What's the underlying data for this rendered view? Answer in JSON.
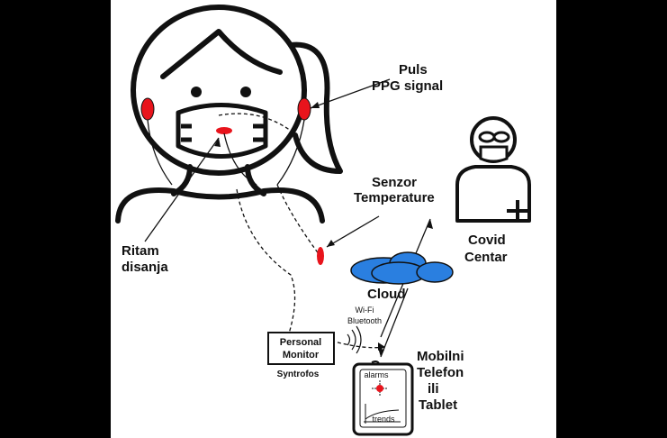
{
  "labels": {
    "puls_line1": "Puls",
    "puls_line2": "PPG signal",
    "senzor_line1": "Senzor",
    "senzor_line2": "Temperature",
    "ritam_line1": "Ritam",
    "ritam_line2": "disanja",
    "covid_line1": "Covid",
    "covid_line2": "Centar",
    "cloud": "Cloud",
    "wifi": "Wi-Fi",
    "bluetooth": "Bluetooth",
    "monitor_line1": "Personal",
    "monitor_line2": "Monitor",
    "syntrofos": "Syntrofos",
    "mobile_line1": "Mobilni",
    "mobile_line2": "Telefon",
    "mobile_line3": "ili",
    "mobile_line4": "Tablet",
    "alarms": "alarms",
    "trends": "trends"
  },
  "colors": {
    "sensor": "#e8141c",
    "cloud": "#2a7fe0",
    "stroke": "#111111",
    "background": "#ffffff",
    "frame": "#000000"
  }
}
